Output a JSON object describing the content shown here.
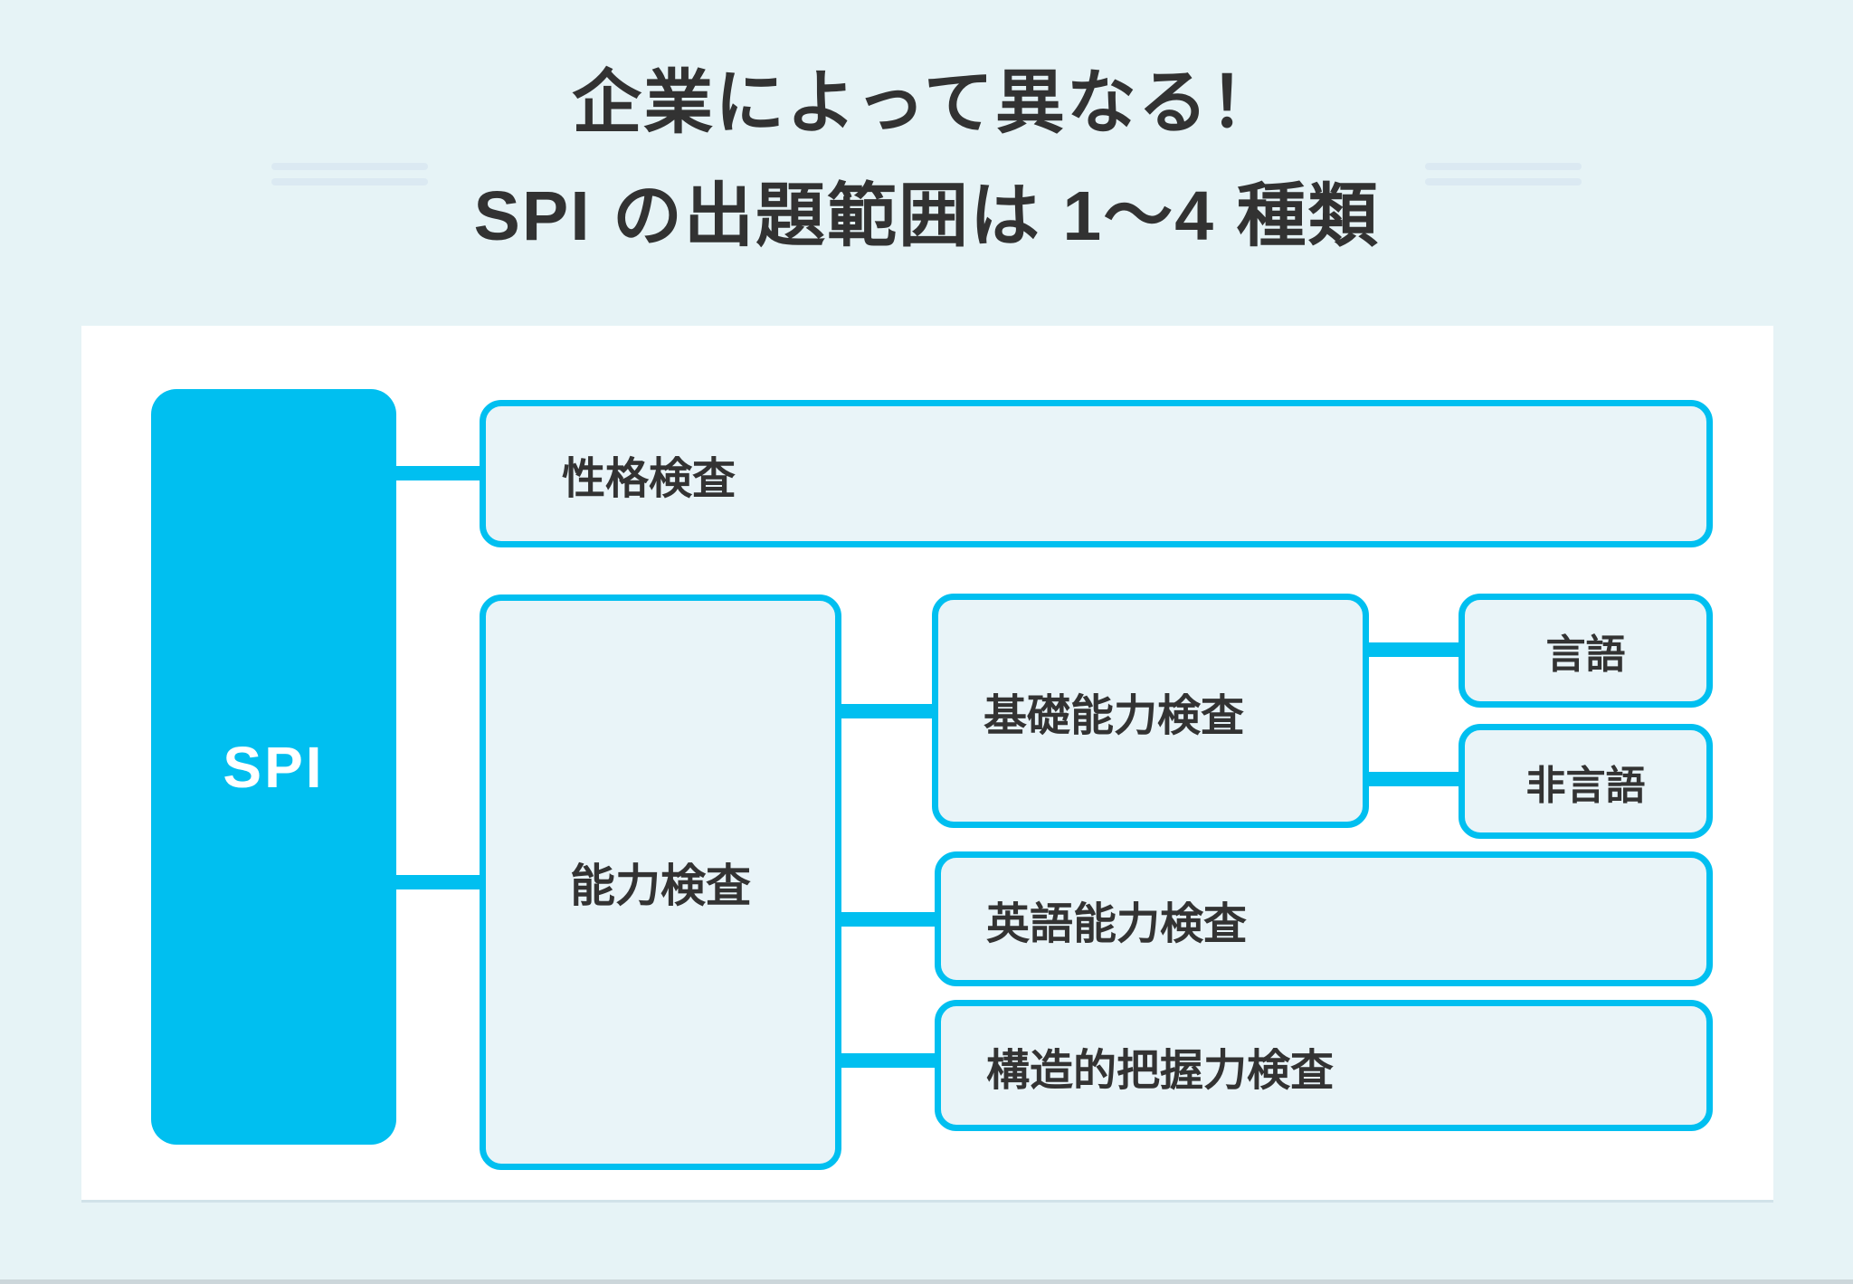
{
  "title": {
    "line1": "企業によって異なる！",
    "line2": "SPI の出題範囲は 1〜4 種類"
  },
  "diagram": {
    "root": {
      "label": "SPI"
    },
    "nodes": {
      "seikaku": {
        "label": "性格検査"
      },
      "nouryoku": {
        "label": "能力検査"
      },
      "kiso": {
        "label": "基礎能力検査"
      },
      "gengo": {
        "label": "言語"
      },
      "higengo": {
        "label": "非言語"
      },
      "eigo": {
        "label": "英語能力検査"
      },
      "kouzou": {
        "label": "構造的把握力検査"
      }
    }
  },
  "colors": {
    "accent_cyan": "#00bff0",
    "page_background": "#e6f3f6",
    "card_background": "#ffffff",
    "node_fill": "#e9f4f8",
    "text_dark": "#333333",
    "deco_line": "#dbe9f2"
  }
}
